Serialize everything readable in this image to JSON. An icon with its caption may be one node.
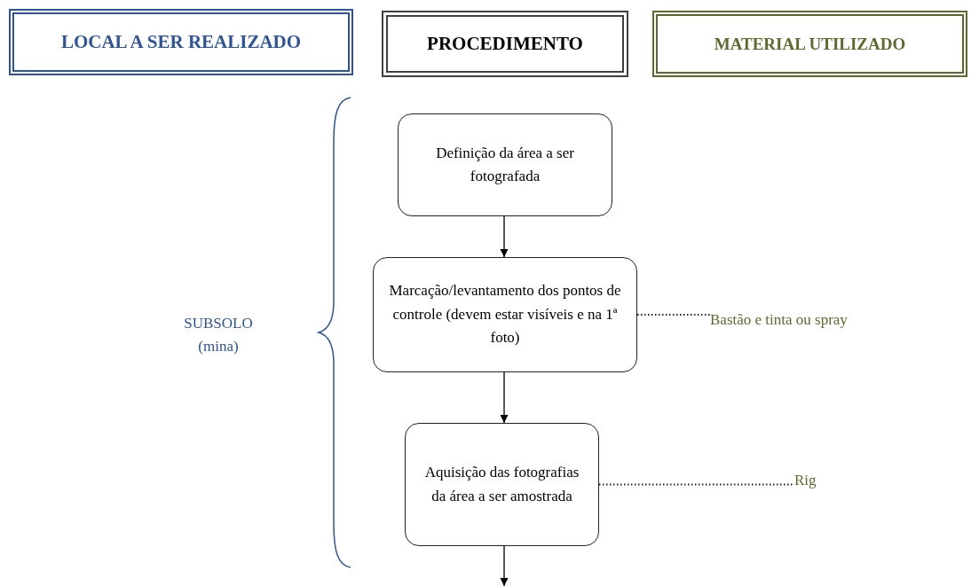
{
  "diagram": {
    "nodes": [
      {
        "text": [
          "LOCAL A SER REALIZADO"
        ]
      },
      {
        "text": [
          "PROCEDIMENTO"
        ]
      },
      {
        "text": [
          "MATERIAL UTILIZADO"
        ]
      },
      {
        "text": [
          "Definição da área a ser fotografada"
        ]
      },
      {
        "text": [
          "Marcação/levantamento dos pontos de controle (devem estar visíveis e na 1ª foto)"
        ]
      },
      {
        "text": [
          "Aquisição das fotografias da área a ser amostrada"
        ]
      },
      {
        "text": [
          "Bastão e tinta ou spray"
        ]
      },
      {
        "text": [
          "Rig"
        ]
      }
    ],
    "edges": [
      {
        "from": 3,
        "to": 4,
        "arrow": "to"
      },
      {
        "from": 4,
        "to": 5,
        "arrow": "to"
      },
      {
        "from": 5,
        "to": null,
        "arrow": "to"
      },
      {
        "from": 4,
        "to": 6,
        "arrow": "none",
        "style": "dashed",
        "color": "#222222"
      },
      {
        "from": 5,
        "to": 7,
        "arrow": "none",
        "style": "dashed",
        "color": "#222222"
      }
    ],
    "labels": [
      "SUBSOLO (mina)"
    ]
  }
}
